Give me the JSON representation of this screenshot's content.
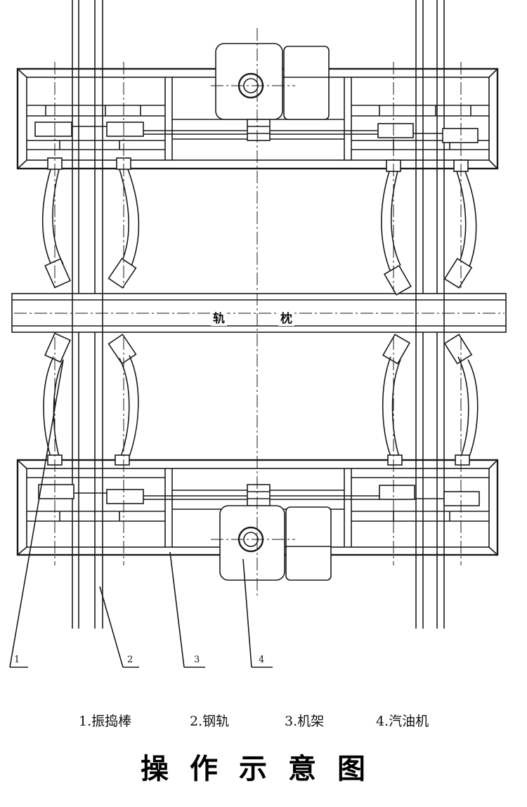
{
  "diagram": {
    "sleeper_label_1": "轨",
    "sleeper_label_2": "枕",
    "callouts": [
      "1",
      "2",
      "3",
      "4"
    ]
  },
  "legend": {
    "item1": "1.振捣棒",
    "item2": "2.钢轨",
    "item3": "3.机架",
    "item4": "4.汽油机"
  },
  "caption": "操作示意图"
}
